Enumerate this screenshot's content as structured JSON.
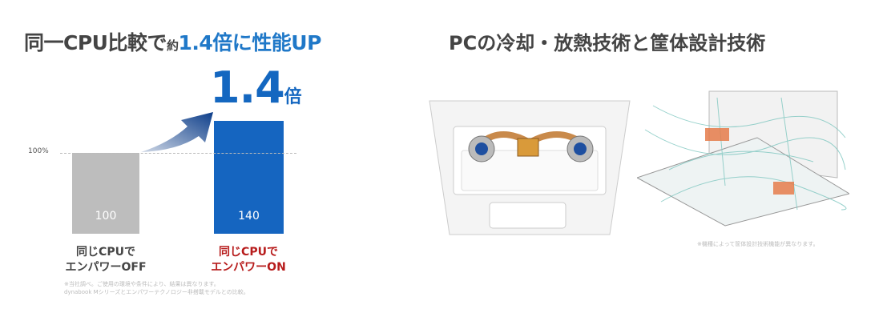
{
  "left": {
    "title_part1": "同一CPU比較で",
    "title_small": "約",
    "title_part2": "1.4倍に性能UP",
    "big_ratio_num": "1.4",
    "big_ratio_unit": "倍",
    "baseline_label": "100%",
    "bars": [
      {
        "label_line1": "同じCPUで",
        "label_line2": "エンパワーOFF",
        "value": 100,
        "value_label": "100",
        "color": "#bdbdbd"
      },
      {
        "label_line1": "同じCPUで",
        "label_line2": "エンパワーON",
        "value": 140,
        "value_label": "140",
        "color": "#1565c0"
      }
    ],
    "note_line1": "※当社調べ。ご使用の環境や条件により、結果は異なります。",
    "note_line2": "dynabook Mシリーズとエンパワーテクノロジー非搭載モデルとの比較。"
  },
  "right": {
    "title": "PCの冷却・放熱技術と筐体設計技術",
    "note": "※機種によって筐体設計技術機能が異なります。"
  },
  "colors": {
    "accent": "#1f78c8",
    "highlight": "#b71c1c"
  }
}
